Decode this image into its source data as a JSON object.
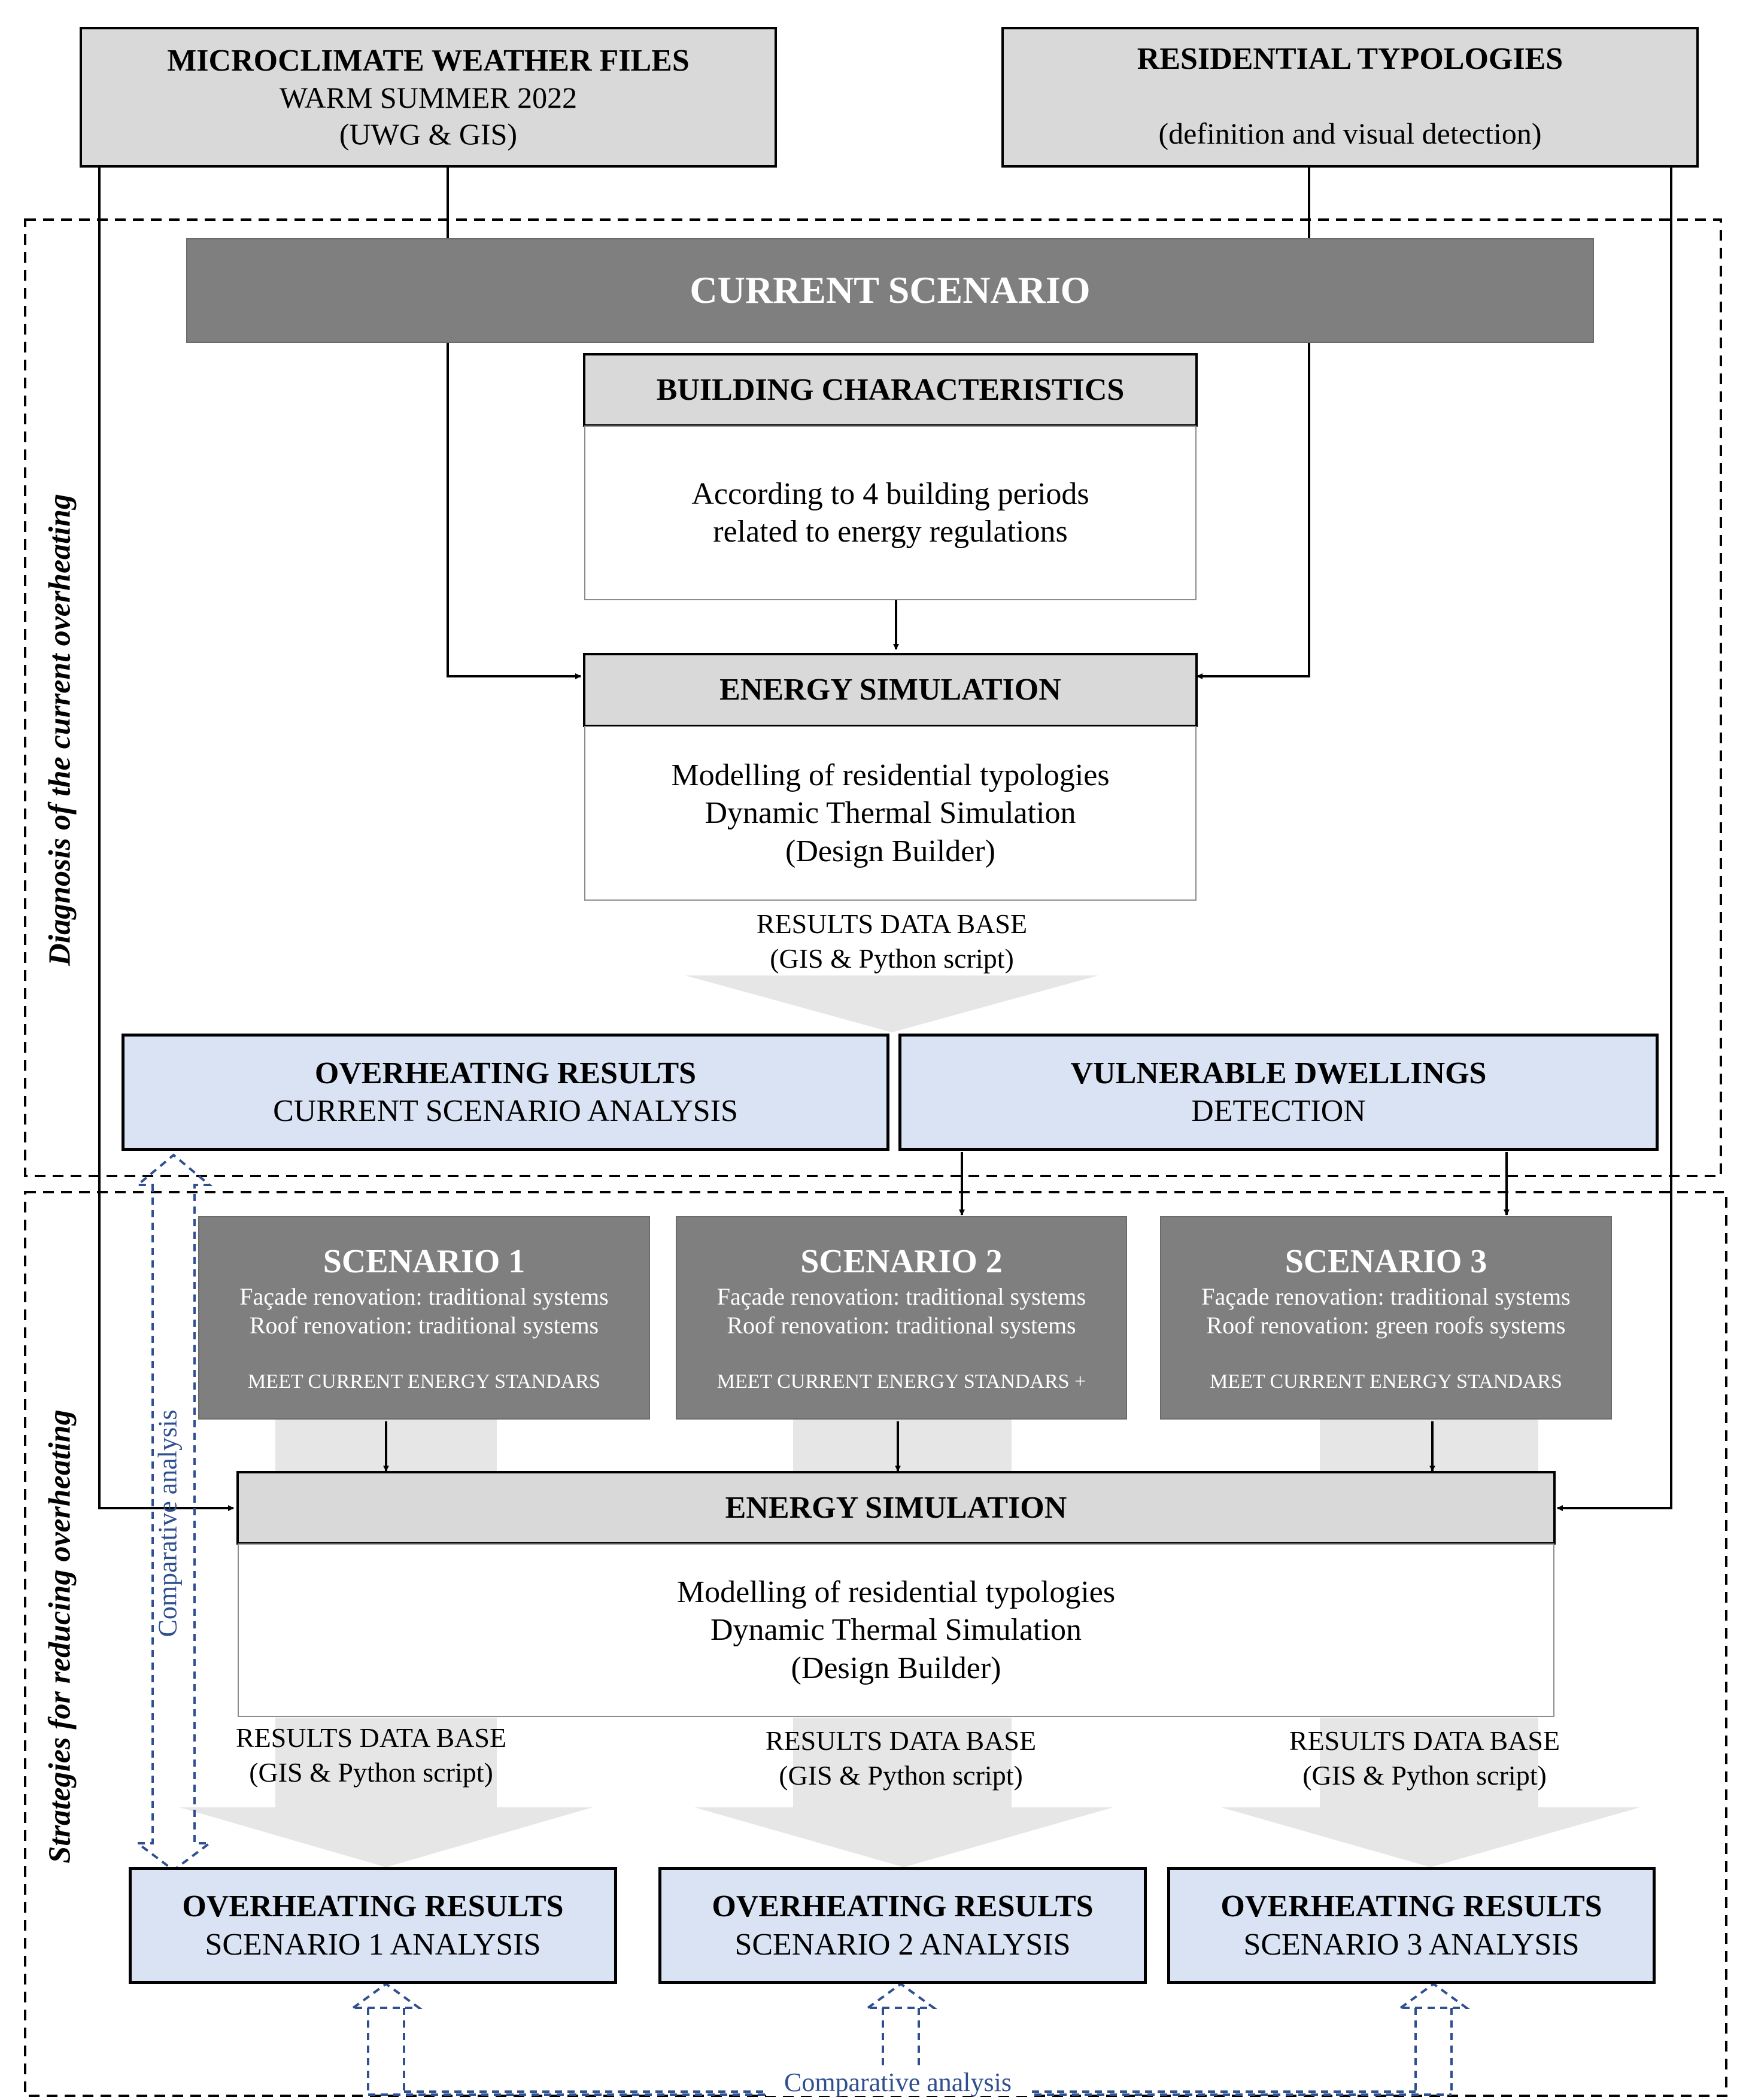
{
  "top": {
    "microclimate": {
      "title": "MICROCLIMATE WEATHER FILES",
      "line2": "WARM SUMMER 2022",
      "line3": "(UWG & GIS)"
    },
    "typologies": {
      "title": "RESIDENTIAL TYPOLOGIES",
      "line2": "(definition and visual detection)"
    }
  },
  "side_labels": {
    "diagnosis": "Diagnosis of the current overheating",
    "strategies": "Strategies for reducing overheating"
  },
  "current_scenario": "CURRENT SCENARIO",
  "building_characteristics": {
    "title": "BUILDING CHARACTERISTICS",
    "line1": "According to 4 building periods",
    "line2": "related to energy regulations"
  },
  "energy_simulation_1": {
    "title": "ENERGY SIMULATION",
    "line1": "Modelling of residential typologies",
    "line2": "Dynamic Thermal Simulation",
    "line3": "(Design Builder)"
  },
  "results_db_1": {
    "line1": "RESULTS DATA BASE",
    "line2": "(GIS & Python script)"
  },
  "overheating_current": {
    "title": "OVERHEATING RESULTS",
    "line2": "CURRENT SCENARIO ANALYSIS"
  },
  "vulnerable": {
    "title": "VULNERABLE DWELLINGS",
    "line2": "DETECTION"
  },
  "scenarios": [
    {
      "title": "SCENARIO 1",
      "facade": "Façade renovation: traditional systems",
      "roof": "Roof renovation: traditional systems",
      "standard": "MEET CURRENT ENERGY STANDARS"
    },
    {
      "title": "SCENARIO 2",
      "facade": "Façade renovation: traditional systems",
      "roof": "Roof renovation: traditional systems",
      "standard": "MEET CURRENT ENERGY STANDARS +"
    },
    {
      "title": "SCENARIO 3",
      "facade": "Façade renovation: traditional systems",
      "roof": "Roof renovation: green roofs systems",
      "standard": "MEET CURRENT ENERGY STANDARS"
    }
  ],
  "energy_simulation_2": {
    "title": "ENERGY SIMULATION",
    "line1": "Modelling of residential typologies",
    "line2": "Dynamic Thermal Simulation",
    "line3": "(Design Builder)"
  },
  "results_db_scenarios": [
    {
      "line1": "RESULTS DATA BASE",
      "line2": "(GIS & Python script)"
    },
    {
      "line1": "RESULTS DATA BASE",
      "line2": "(GIS & Python script)"
    },
    {
      "line1": "RESULTS DATA BASE",
      "line2": "(GIS & Python script)"
    }
  ],
  "overheating_scenarios": [
    {
      "title": "OVERHEATING RESULTS",
      "line2": "SCENARIO 1 ANALYSIS"
    },
    {
      "title": "OVERHEATING RESULTS",
      "line2": "SCENARIO 2 ANALYSIS"
    },
    {
      "title": "OVERHEATING RESULTS",
      "line2": "SCENARIO 3 ANALYSIS"
    }
  ],
  "comparative_vertical": "Comparative analysis",
  "comparative_bottom": "Comparative analysis",
  "colors": {
    "header_gray": "#d9d9d9",
    "scenario_dark": "#7f7f7f",
    "result_blue": "#dae3f3",
    "wide_arrow": "#e6e6e6",
    "dashed_accent": "#2f4f8f"
  }
}
